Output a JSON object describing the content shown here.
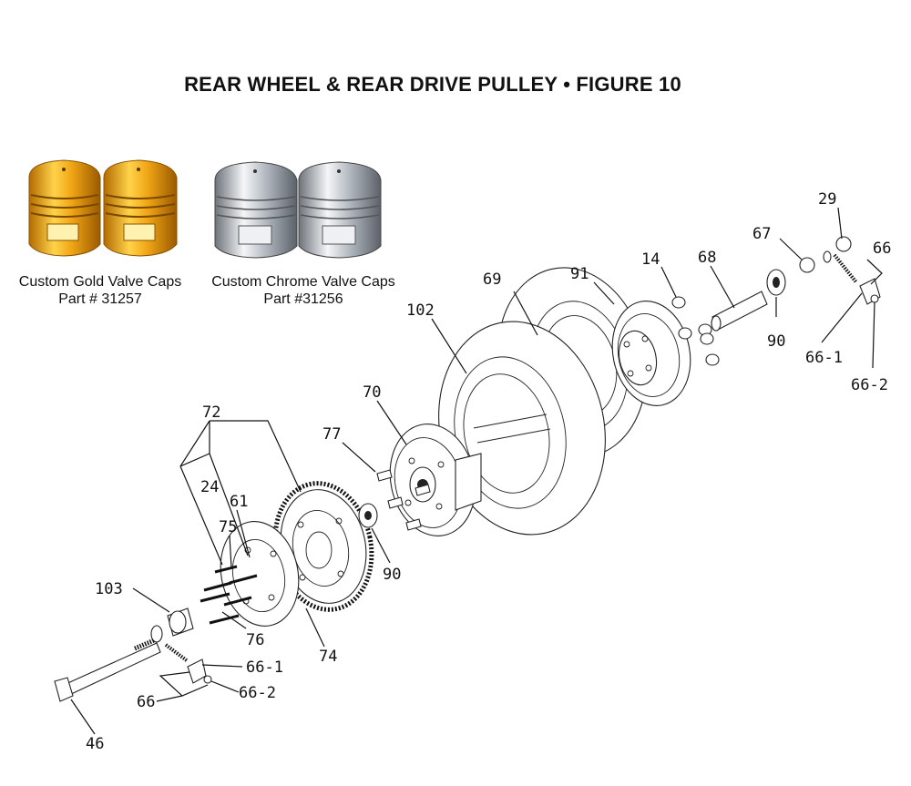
{
  "title": "REAR WHEEL & REAR DRIVE PULLEY  •  FIGURE 10",
  "products": [
    {
      "line1": "Custom Gold Valve Caps",
      "line2": "Part # 31257",
      "color": "#e3a21a"
    },
    {
      "line1": "Custom Chrome Valve Caps",
      "line2": "Part #31256",
      "color": "#b8bec6"
    }
  ],
  "callouts": {
    "c29": "29",
    "c66a": "66",
    "c67": "67",
    "c14": "14",
    "c68": "68",
    "c91": "91",
    "c69": "69",
    "c102": "102",
    "c90a": "90",
    "c66_1a": "66-1",
    "c66_2a": "66-2",
    "c70": "70",
    "c77": "77",
    "c72": "72",
    "c24": "24",
    "c61": "61",
    "c75": "75",
    "c90b": "90",
    "c103": "103",
    "c76": "76",
    "c74": "74",
    "c66_1b": "66-1",
    "c66b": "66",
    "c66_2b": "66-2",
    "c46": "46"
  }
}
